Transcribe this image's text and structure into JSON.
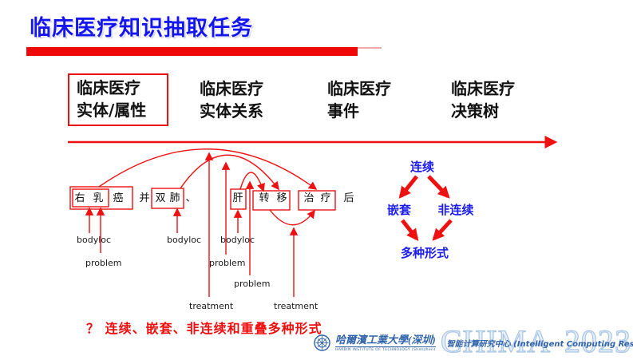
{
  "title": "临床医疗知识抽取任务",
  "tasks": [
    {
      "line1": "临床医疗",
      "line2": "实体/属性"
    },
    {
      "line1": "临床医疗",
      "line2": "实体关系"
    },
    {
      "line1": "临床医疗",
      "line2": "事件"
    },
    {
      "line1": "临床医疗",
      "line2": "决策树"
    }
  ],
  "sentence_tokens": [
    "右",
    "乳",
    "癌",
    "并",
    "双",
    "肺",
    "、",
    "肝",
    "转",
    "移",
    "治",
    "疗",
    "后"
  ],
  "entity_labels": [
    "bodyloc",
    "problem",
    "bodyloc",
    "bodyloc",
    "problem",
    "problem",
    "treatment",
    "treatment"
  ],
  "diamond": {
    "top": "连续",
    "left": "嵌套",
    "right": "非连续",
    "bottom": "多种形式"
  },
  "question": "？ 连续、嵌套、非连续和重叠多种形式",
  "footer": {
    "university_cn": "哈爾濱工業大學(深圳)",
    "university_en": "HARBIN INSTITUTE OF TECHNOLOGY (Shenzhen)",
    "center": "智能计算研究中心 (Intelligent Computing Research Center, ICRC)"
  },
  "watermark": "CHIMA 2023",
  "colors": {
    "accent_red": "#ee1111",
    "title_blue": "#1515ef",
    "diamond_blue": "#1c1cee",
    "footer_blue": "#2f62a8",
    "watermark_blue": "#a9c6e4"
  }
}
